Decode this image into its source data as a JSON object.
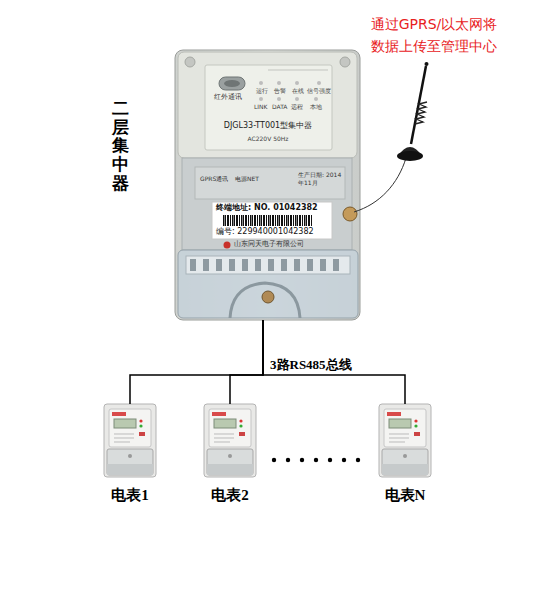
{
  "diagram": {
    "nodes": [
      {
        "text": [
          "二层集中器",
          "红外通讯",
          "DJGL33-TT001型集中器",
          "AC220V 50Hz",
          "GPRS通讯",
          "电源NET",
          "生产日期: 2014年11月",
          "终端地址: NO. 01042382",
          "编号: 229940001042382",
          "山东同天电子有限公司"
        ]
      },
      {
        "text": [
          "电表1"
        ]
      },
      {
        "text": [
          "电表2"
        ]
      },
      {
        "text": [
          "电表N"
        ]
      }
    ],
    "edges": [
      {
        "from": 0,
        "to": 1,
        "arrow": "none"
      },
      {
        "from": 0,
        "to": 2,
        "arrow": "none"
      },
      {
        "from": 0,
        "to": 3,
        "arrow": "none"
      }
    ],
    "labels": [
      "通过GPRS/以太网将 数据上传至管理中心",
      "3路RS485总线",
      "运行",
      "告警",
      "在线",
      "信号强度",
      "LINK",
      "DATA",
      "远程",
      "本地"
    ]
  }
}
